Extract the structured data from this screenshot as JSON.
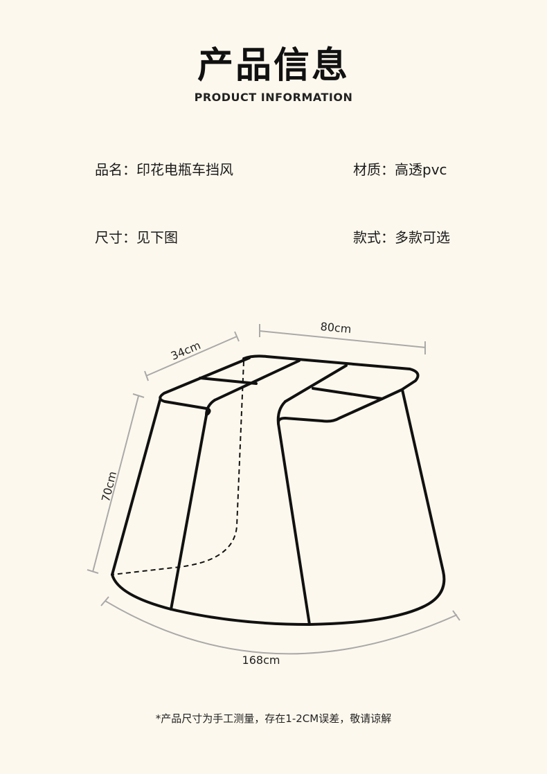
{
  "header": {
    "title": "产品信息",
    "subtitle": "PRODUCT INFORMATION"
  },
  "info": {
    "name_label": "品名：",
    "name_value": "印花电瓶车挡风",
    "material_label": "材质：",
    "material_value": "高透pvc",
    "size_label": "尺寸：",
    "size_value": "见下图",
    "style_label": "款式：",
    "style_value": "多款可选"
  },
  "dimensions": {
    "depth": "34cm",
    "width": "80cm",
    "height": "70cm",
    "circumference": "168cm"
  },
  "footer": {
    "note": "*产品尺寸为手工测量，存在1-2CM误差，敬请谅解"
  }
}
